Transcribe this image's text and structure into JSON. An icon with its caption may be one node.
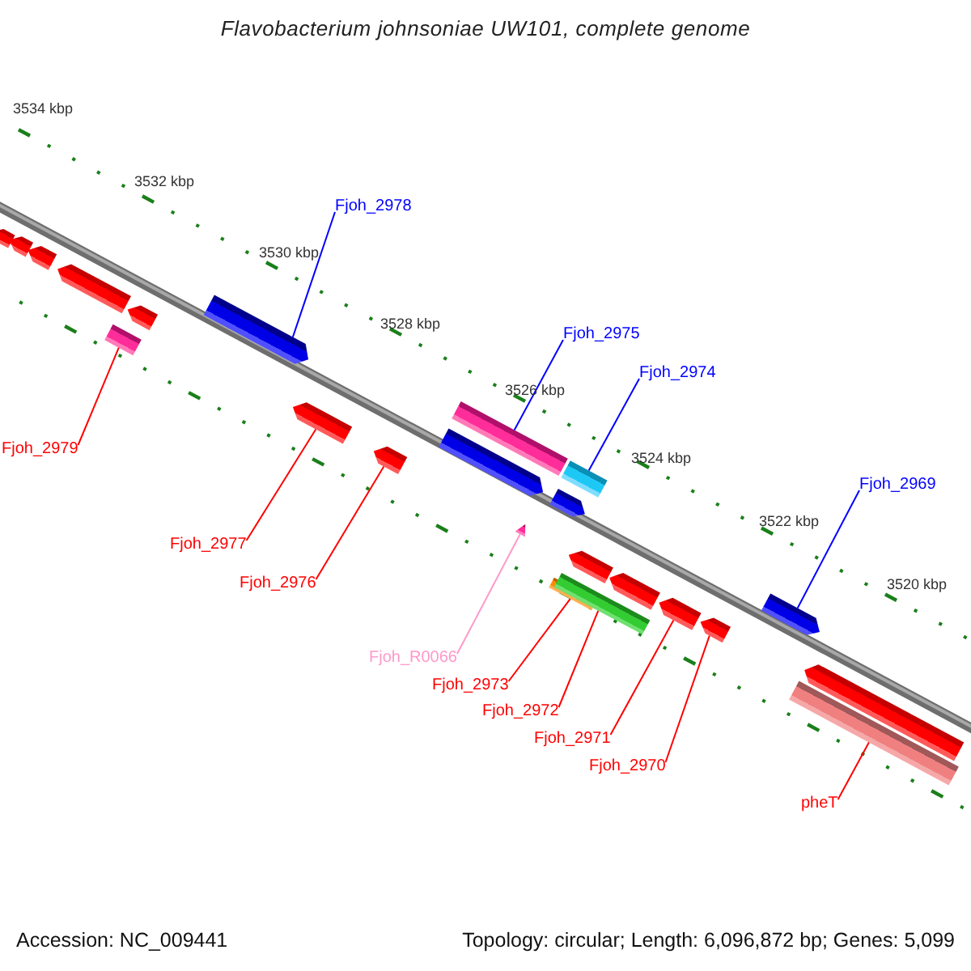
{
  "diagram": {
    "title": "Flavobacterium johnsoniae UW101, complete genome",
    "nodes": [
      {
        "text": [
          "Fjoh_2978"
        ]
      },
      {
        "text": [
          "Fjoh_2975"
        ]
      },
      {
        "text": [
          "Fjoh_2974"
        ]
      },
      {
        "text": [
          "Fjoh_2969"
        ]
      },
      {
        "text": [
          "Fjoh_2979"
        ]
      },
      {
        "text": [
          "Fjoh_2977"
        ]
      },
      {
        "text": [
          "Fjoh_2976"
        ]
      },
      {
        "text": [
          "Fjoh_R0066"
        ]
      },
      {
        "text": [
          "Fjoh_2973"
        ]
      },
      {
        "text": [
          "Fjoh_2972"
        ]
      },
      {
        "text": [
          "Fjoh_2971"
        ]
      },
      {
        "text": [
          "Fjoh_2970"
        ]
      },
      {
        "text": [
          "pheT"
        ]
      },
      {
        "text": [],
        "shape": "bar"
      },
      {
        "text": [],
        "shape": "bar"
      },
      {
        "text": [],
        "shape": "bar"
      },
      {
        "text": [],
        "shape": "bar"
      },
      {
        "text": [],
        "shape": "bar"
      },
      {
        "text": [],
        "shape": "bar"
      },
      {
        "text": [],
        "shape": "bar"
      },
      {
        "text": [],
        "shape": "bar"
      },
      {
        "text": [],
        "shape": "bar"
      },
      {
        "text": [],
        "shape": "bar"
      },
      {
        "text": [],
        "shape": "bar"
      },
      {
        "text": [],
        "shape": "bar"
      },
      {
        "text": [],
        "shape": "bar"
      },
      {
        "text": [],
        "shape": "triangle"
      },
      {
        "text": [],
        "shape": "bar"
      },
      {
        "text": [],
        "shape": "bar"
      },
      {
        "text": [],
        "shape": "bar"
      },
      {
        "text": [],
        "shape": "bar"
      },
      {
        "text": [],
        "shape": "bar"
      },
      {
        "text": [],
        "shape": "bar"
      },
      {
        "text": [],
        "shape": "bar"
      },
      {
        "text": [],
        "shape": "bar"
      },
      {
        "text": [],
        "shape": "bar"
      }
    ],
    "edges": [
      {
        "from": 0,
        "to": 19,
        "arrow": "none",
        "color": "#0000ff"
      },
      {
        "from": 1,
        "to": 22,
        "arrow": "none",
        "color": "#0000ff"
      },
      {
        "from": 2,
        "to": 24,
        "arrow": "none",
        "color": "#0000ff"
      },
      {
        "from": 3,
        "to": 33,
        "arrow": "none",
        "color": "#0000ff"
      },
      {
        "from": 4,
        "to": 18,
        "arrow": "none"
      },
      {
        "from": 5,
        "to": 20,
        "arrow": "none"
      },
      {
        "from": 6,
        "to": 21,
        "arrow": "none"
      },
      {
        "from": 7,
        "to": 26,
        "arrow": "none",
        "color": "#ff99cc"
      },
      {
        "from": 8,
        "to": 28,
        "arrow": "none"
      },
      {
        "from": 9,
        "to": 29,
        "arrow": "none"
      },
      {
        "from": 10,
        "to": 31,
        "arrow": "none"
      },
      {
        "from": 11,
        "to": 32,
        "arrow": "none"
      },
      {
        "from": 12,
        "to": 35,
        "arrow": "none"
      }
    ],
    "labels": [
      "3534 kbp",
      "3532 kbp",
      "3530 kbp",
      "3528 kbp",
      "3526 kbp",
      "3524 kbp",
      "3522 kbp",
      "3520 kbp",
      "Accession: NC_009441",
      "Topology: circular; Length: 6,096,872 bp; Genes: 5,099"
    ]
  }
}
